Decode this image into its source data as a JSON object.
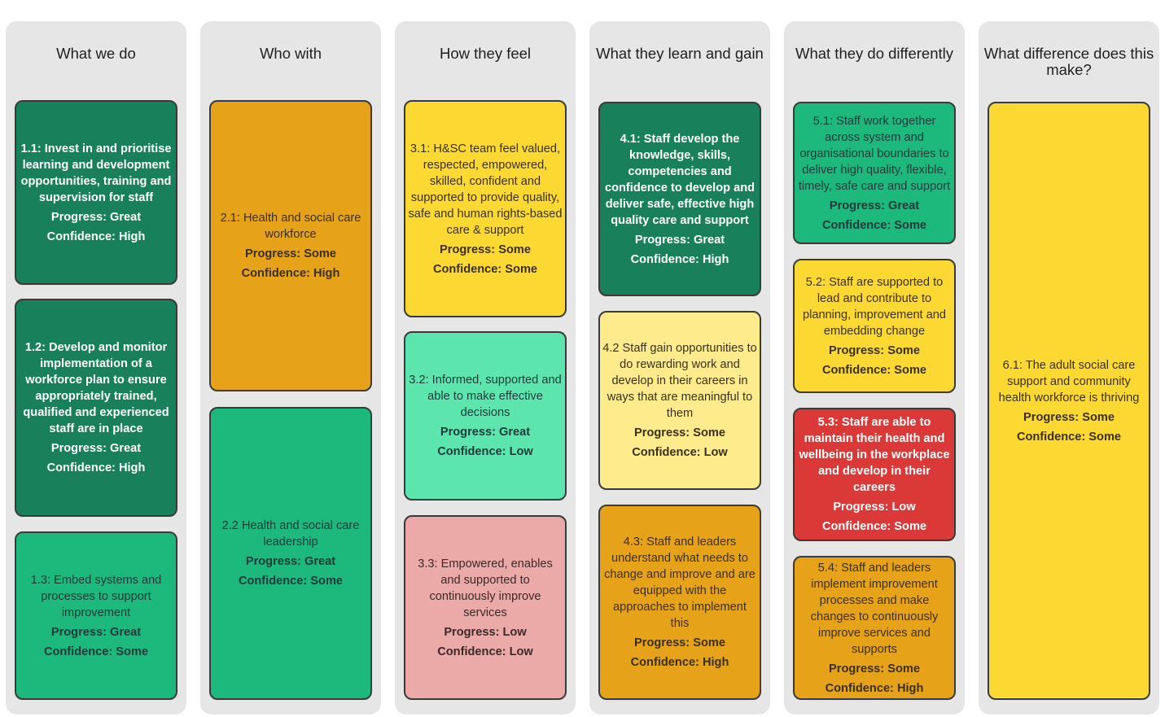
{
  "columns": [
    {
      "title": "What we do",
      "cards": [
        {
          "text": "1.1: Invest in and prioritise learning and development opportunities, training and supervision for staff",
          "progress": "Progress: Great",
          "confidence": "Confidence: High"
        },
        {
          "text": "1.2: Develop and monitor implementation of a workforce plan to ensure appropriately trained, qualified and experienced staff are in place",
          "progress": "Progress: Great",
          "confidence": "Confidence: High"
        },
        {
          "text": "1.3: Embed systems and processes to support improvement",
          "progress": "Progress: Great",
          "confidence": "Confidence: Some"
        }
      ]
    },
    {
      "title": "Who with",
      "cards": [
        {
          "text": "2.1: Health and social care workforce",
          "progress": "Progress: Some",
          "confidence": "Confidence: High"
        },
        {
          "text": "2.2 Health and social care leadership",
          "progress": "Progress: Great",
          "confidence": "Confidence: Some"
        }
      ]
    },
    {
      "title": "How they feel",
      "cards": [
        {
          "text": "3.1: H&SC team feel valued, respected, empowered, skilled, confident and supported to provide quality, safe and human rights-based care & support",
          "progress": "Progress: Some",
          "confidence": "Confidence: Some"
        },
        {
          "text": "3.2: Informed, supported and able to make effective decisions",
          "progress": "Progress: Great",
          "confidence": "Confidence: Low"
        },
        {
          "text": "3.3: Empowered, enables and supported to continuously improve services",
          "progress": "Progress: Low",
          "confidence": "Confidence: Low"
        }
      ]
    },
    {
      "title": "What they learn and gain",
      "cards": [
        {
          "text": "4.1: Staff develop the knowledge, skills, competencies and confidence to develop and deliver safe, effective high quality care and support",
          "progress": "Progress: Great",
          "confidence": "Confidence: High"
        },
        {
          "text": "4.2 Staff gain opportunities to do rewarding work and develop in their careers in ways that are meaningful to them",
          "progress": "Progress: Some",
          "confidence": "Confidence: Low"
        },
        {
          "text": "4.3: Staff and leaders understand what needs to change and improve and are equipped with the approaches to implement this",
          "progress": "Progress: Some",
          "confidence": "Confidence: High"
        }
      ]
    },
    {
      "title": "What they do differently",
      "cards": [
        {
          "text": "5.1: Staff work together across system and organisational boundaries to deliver high quality, flexible, timely, safe care and support",
          "progress": "Progress: Great",
          "confidence": "Confidence: Some"
        },
        {
          "text": "5.2: Staff are supported to lead and contribute to planning, improvement and embedding change",
          "progress": "Progress: Some",
          "confidence": "Confidence: Some"
        },
        {
          "text": "5.3: Staff are able to maintain their health and wellbeing in the workplace and develop in their careers",
          "progress": "Progress: Low",
          "confidence": "Confidence: Some"
        },
        {
          "text": "5.4: Staff and leaders implement improvement processes and make changes to continuously improve services and supports",
          "progress": "Progress: Some",
          "confidence": "Confidence: High"
        }
      ]
    },
    {
      "title": "What difference does this make?",
      "cards": [
        {
          "text": "6.1: The adult social care support and community health workforce is thriving",
          "progress": "Progress: Some",
          "confidence": "Confidence: Some"
        }
      ]
    }
  ],
  "colors": {
    "column_bg": "#e6e6e6",
    "dark_green": "#18805a",
    "medium_green": "#1db87b",
    "light_green": "#5ce6ae",
    "orange": "#e6a319",
    "yellow": "#fcd932",
    "pale_yellow": "#feeb8c",
    "pink": "#eba9a8",
    "red": "#db3838"
  }
}
